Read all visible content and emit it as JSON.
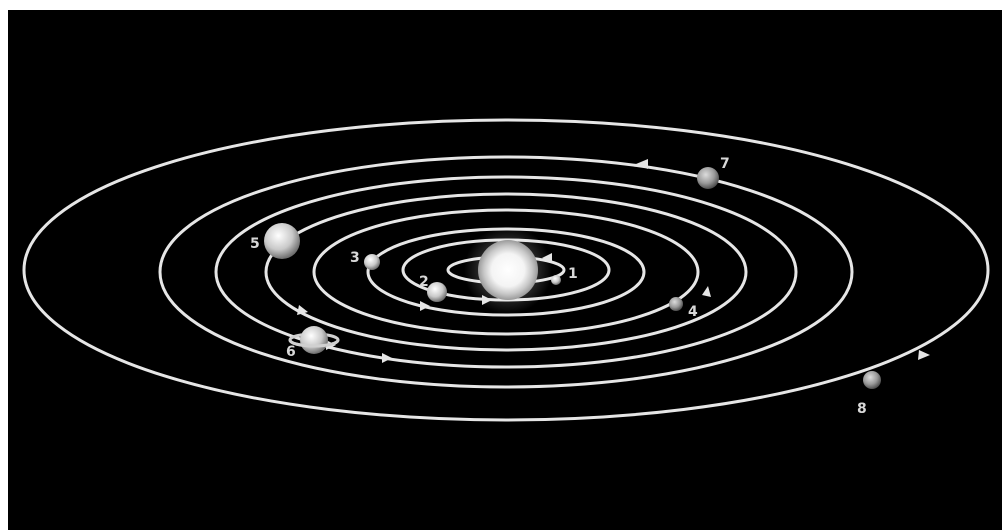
{
  "diagram": {
    "background_color": "#000000",
    "orbit_color": "#e6e6e6",
    "sun": {
      "name": "sun-icon"
    },
    "planets": [
      {
        "label": "1"
      },
      {
        "label": "2"
      },
      {
        "label": "3"
      },
      {
        "label": "4"
      },
      {
        "label": "5"
      },
      {
        "label": "6"
      },
      {
        "label": "7"
      },
      {
        "label": "8"
      }
    ]
  }
}
